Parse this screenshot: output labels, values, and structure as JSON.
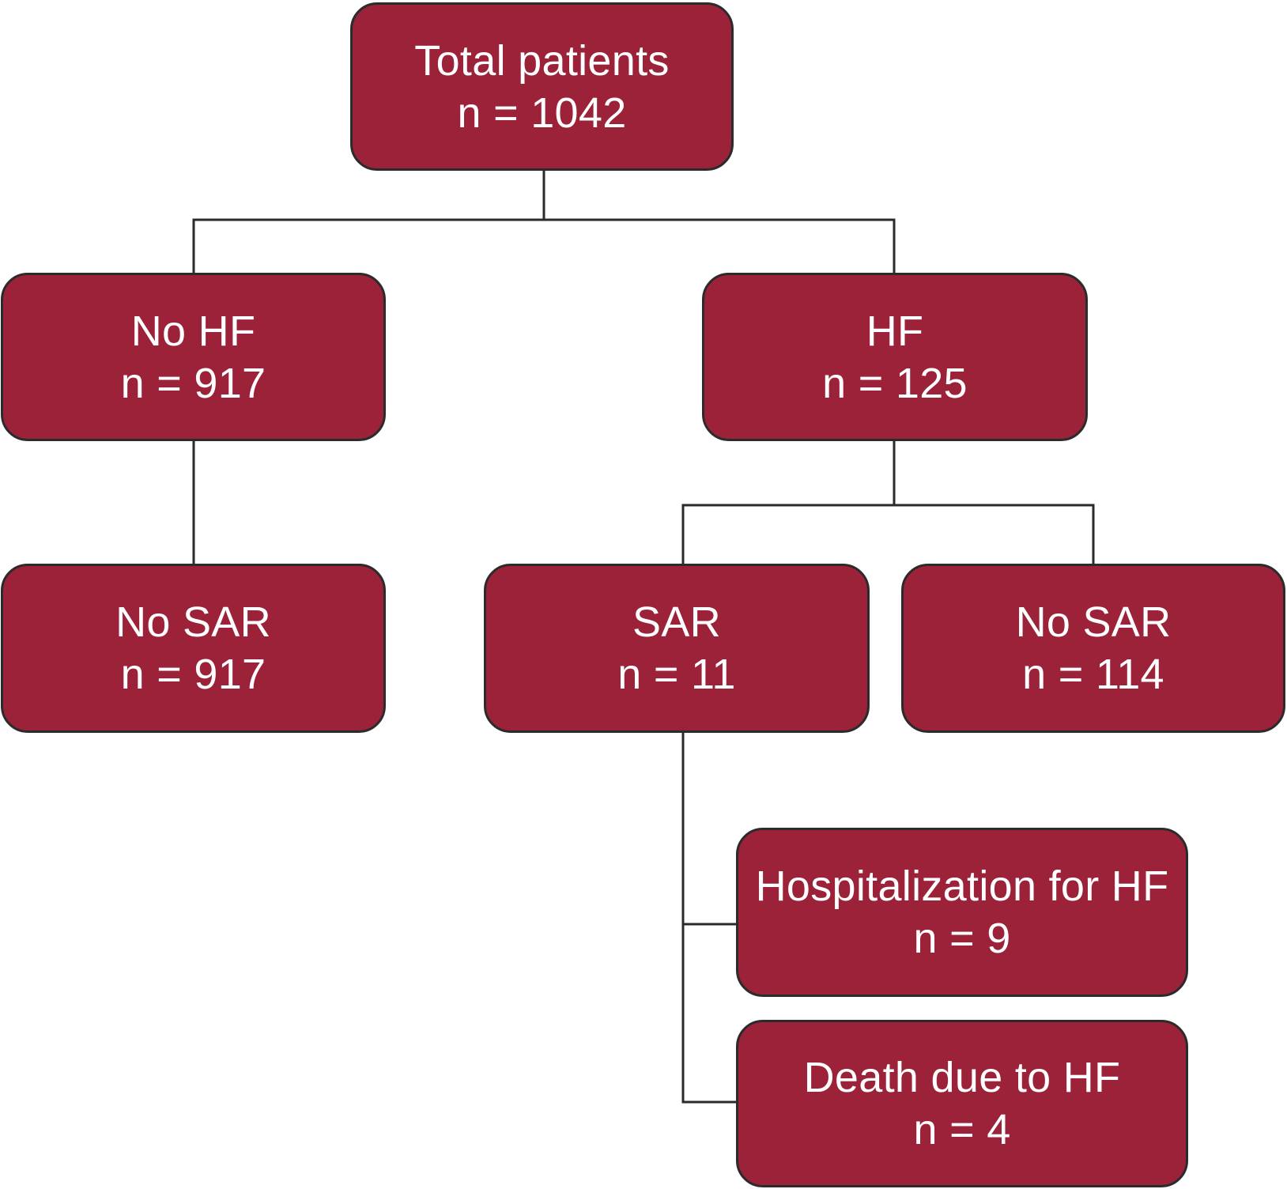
{
  "diagram": {
    "type": "flowchart",
    "colors": {
      "node_fill": "#9b2238",
      "node_border": "#2b2b2b",
      "node_text": "#ffffff",
      "connector": "#2a2a2a",
      "background": "#ffffff"
    },
    "nodes": {
      "total": {
        "label": "Total patients",
        "count": "n = 1042"
      },
      "no_hf": {
        "label": "No HF",
        "count": "n = 917"
      },
      "hf": {
        "label": "HF",
        "count": "n = 125"
      },
      "no_sar_1": {
        "label": "No SAR",
        "count": "n = 917"
      },
      "sar": {
        "label": "SAR",
        "count": "n = 11"
      },
      "no_sar_2": {
        "label": "No SAR",
        "count": "n = 114"
      },
      "hospitalization": {
        "label": "Hospitalization for HF",
        "count": "n = 9"
      },
      "death": {
        "label": "Death due to HF",
        "count": "n = 4"
      }
    },
    "edges": [
      {
        "from": "total",
        "to": "no_hf"
      },
      {
        "from": "total",
        "to": "hf"
      },
      {
        "from": "no_hf",
        "to": "no_sar_1"
      },
      {
        "from": "hf",
        "to": "sar"
      },
      {
        "from": "hf",
        "to": "no_sar_2"
      },
      {
        "from": "sar",
        "to": "hospitalization"
      },
      {
        "from": "sar",
        "to": "death"
      }
    ]
  }
}
